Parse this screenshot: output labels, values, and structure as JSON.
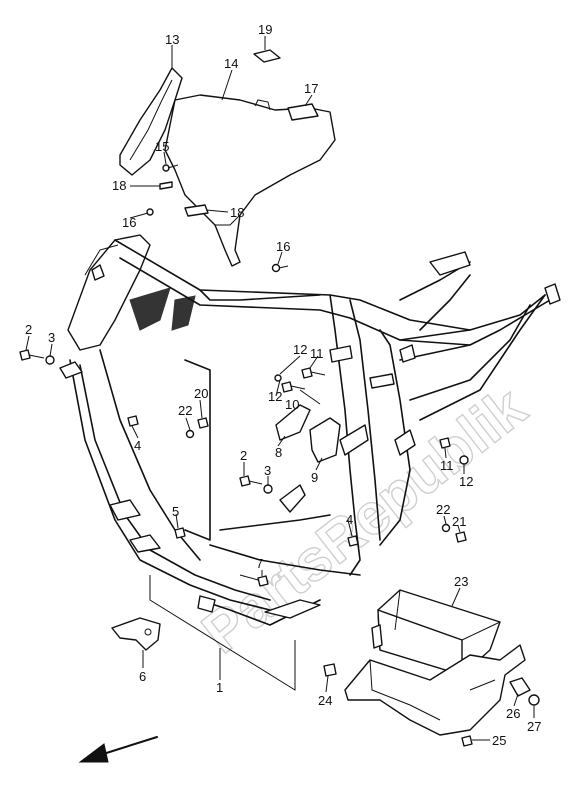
{
  "watermark": "PartsRepublik",
  "callouts": [
    {
      "id": "c1",
      "label": "1"
    },
    {
      "id": "c2a",
      "label": "2"
    },
    {
      "id": "c2b",
      "label": "2"
    },
    {
      "id": "c3a",
      "label": "3"
    },
    {
      "id": "c3b",
      "label": "3"
    },
    {
      "id": "c4a",
      "label": "4"
    },
    {
      "id": "c4b",
      "label": "4"
    },
    {
      "id": "c5",
      "label": "5"
    },
    {
      "id": "c6",
      "label": "6"
    },
    {
      "id": "c7",
      "label": "7"
    },
    {
      "id": "c8",
      "label": "8"
    },
    {
      "id": "c9",
      "label": "9"
    },
    {
      "id": "c10",
      "label": "10"
    },
    {
      "id": "c11a",
      "label": "11"
    },
    {
      "id": "c11b",
      "label": "11"
    },
    {
      "id": "c12a",
      "label": "12"
    },
    {
      "id": "c12b",
      "label": "12"
    },
    {
      "id": "c12c",
      "label": "12"
    },
    {
      "id": "c13",
      "label": "13"
    },
    {
      "id": "c14",
      "label": "14"
    },
    {
      "id": "c15",
      "label": "15"
    },
    {
      "id": "c16a",
      "label": "16"
    },
    {
      "id": "c16b",
      "label": "16"
    },
    {
      "id": "c17",
      "label": "17"
    },
    {
      "id": "c18a",
      "label": "18"
    },
    {
      "id": "c18b",
      "label": "18"
    },
    {
      "id": "c19",
      "label": "19"
    },
    {
      "id": "c20",
      "label": "20"
    },
    {
      "id": "c21",
      "label": "21"
    },
    {
      "id": "c22a",
      "label": "22"
    },
    {
      "id": "c22b",
      "label": "22"
    },
    {
      "id": "c23",
      "label": "23"
    },
    {
      "id": "c24",
      "label": "24"
    },
    {
      "id": "c25",
      "label": "25"
    },
    {
      "id": "c26",
      "label": "26"
    },
    {
      "id": "c27",
      "label": "27"
    }
  ],
  "icons": {
    "direction_arrow": "front-direction-arrow-icon"
  }
}
